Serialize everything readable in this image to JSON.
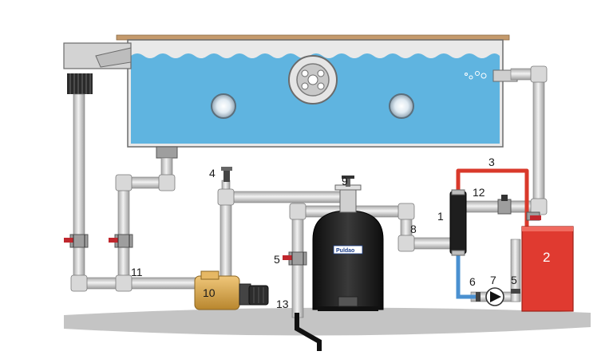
{
  "diagram": {
    "labels": {
      "heat_exchanger": "1",
      "boiler": "2",
      "hot_circuit": "3",
      "air_vent": "4",
      "valve_filter": "5",
      "cold_return": "6",
      "circ_pump": "7",
      "filter_outlet": "8",
      "multiport_valve": "9",
      "main_pump": "10",
      "junction": "11",
      "bypass": "12",
      "drain": "13",
      "valve_circuit": "5"
    },
    "filter_brand": "Puldao"
  },
  "colors": {
    "water": "#5fb4e0",
    "pipe": "#c9c9c9",
    "hot_pipe": "#d9392b",
    "cold_pipe": "#4a90d0",
    "boiler": "#e03a30",
    "filter": "#1e1e1e",
    "pump": "#d9a54a",
    "valve": "#c0272d",
    "ground": "#c4c4c4"
  }
}
